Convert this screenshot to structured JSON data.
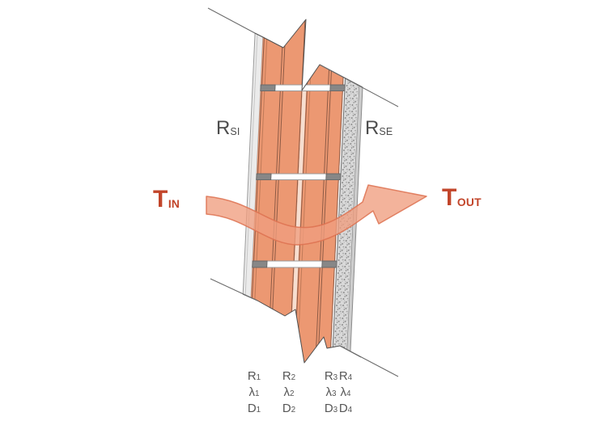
{
  "title": "Wall section thermal resistance diagram",
  "labels": {
    "t_in": {
      "base": "T",
      "sub": "IN"
    },
    "t_out": {
      "base": "T",
      "sub": "OUT"
    },
    "r_si": {
      "base": "R",
      "sub": "SI"
    },
    "r_se": {
      "base": "R",
      "sub": "SE"
    }
  },
  "bottom_table": {
    "row_symbols": [
      "R",
      "λ",
      "D"
    ],
    "column_subs": [
      "1",
      "2",
      "3",
      "4"
    ]
  },
  "diagram": {
    "wall_layers": [
      "interior-plaster-layer",
      "brick-leaf-1",
      "brick-leaf-2",
      "exterior-render-layer"
    ],
    "elements": [
      "heat-flow-arrow",
      "mortar-joints",
      "section-break-lines"
    ],
    "colors": {
      "accent_red": "#c2452a",
      "brick_fill": "#ec9872",
      "arrow_fill": "#f09d7f",
      "render_gray": "#d9d9d9",
      "label_gray": "#565656"
    }
  }
}
